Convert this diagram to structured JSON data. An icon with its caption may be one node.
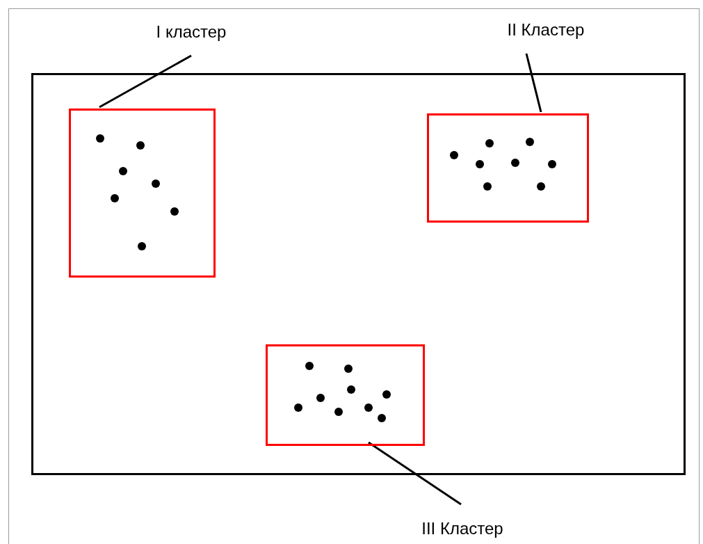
{
  "diagram": {
    "nodes": [
      {
        "text": [],
        "shape": "box"
      },
      {
        "text": [],
        "shape": "box",
        "in": 0
      },
      {
        "text": [],
        "shape": "box",
        "in": 0
      },
      {
        "text": [],
        "shape": "box",
        "in": 0
      },
      {
        "text": [
          "I кластер"
        ]
      },
      {
        "text": [
          "II Кластер"
        ]
      },
      {
        "text": [
          "III Кластер"
        ]
      }
    ],
    "edges": [
      {
        "from": 4,
        "to": 1,
        "arrow": "none"
      },
      {
        "from": 5,
        "to": 2,
        "arrow": "none"
      },
      {
        "from": 6,
        "to": 3,
        "arrow": "none"
      }
    ]
  }
}
